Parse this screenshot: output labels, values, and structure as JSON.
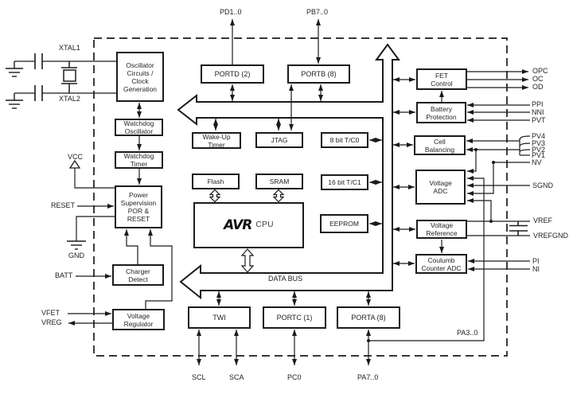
{
  "blocks": {
    "oscillator": "Oscillator\nCircuits /\nClock\nGeneration",
    "watchdog_oscillator": "Watchdog\nOscillator",
    "watchdog_timer": "Watchdog\nTimer",
    "power_supervision": "Power\nSupervision\nPOR &\nRESET",
    "charger_detect": "Charger\nDetect",
    "voltage_regulator": "Voltage\nRegulator",
    "portd": "PORTD (2)",
    "portb": "PORTB (8)",
    "wakeup_timer": "Wake-Up\nTimer",
    "jtag": "JTAG",
    "tc0": "8 bit T/C0",
    "flash": "Flash",
    "sram": "SRAM",
    "tc1": "16 bit T/C1",
    "eeprom": "EEPROM",
    "twi": "TWI",
    "portc": "PORTC (1)",
    "porta": "PORTA (8)",
    "fet_control": "FET\nControl",
    "battery_protection": "Battery\nProtection",
    "cell_balancing": "Cell\nBalancing",
    "voltage_adc": "Voltage\nADC",
    "voltage_reference": "Voltage\nReference",
    "coulomb_counter_adc": "Coulumb\nCounter ADC"
  },
  "cpu": {
    "brand": "AVR",
    "label": "CPU"
  },
  "bus": {
    "data_bus_label": "DATA BUS"
  },
  "pins": {
    "xtal1": "XTAL1",
    "xtal2": "XTAL2",
    "vcc": "VCC",
    "reset": "RESET",
    "gnd": "GND",
    "batt": "BATT",
    "vfet": "VFET",
    "vreg": "VREG",
    "pd": "PD1..0",
    "pb": "PB7..0",
    "scl": "SCL",
    "sca": "SCA",
    "pc0": "PC0",
    "pa7_0": "PA7..0",
    "pa3_0": "PA3..0",
    "opc": "OPC",
    "oc": "OC",
    "od": "OD",
    "ppi": "PPI",
    "nni": "NNI",
    "pvt": "PVT",
    "pv4": "PV4",
    "pv3": "PV3",
    "pv2": "PV2",
    "pv1": "PV1",
    "nv": "NV",
    "sgnd": "SGND",
    "vref": "VREF",
    "vrefgnd": "VREFGND",
    "pi": "PI",
    "ni": "NI"
  },
  "colors": {
    "line": "#1b1b1b",
    "background": "#ffffff",
    "text": "#222222"
  }
}
